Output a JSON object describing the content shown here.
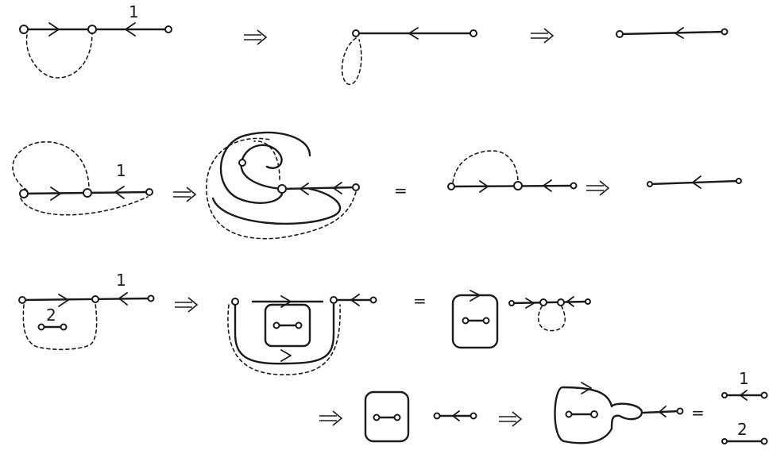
{
  "labels": {
    "row1_edge_weight": "1",
    "row2_edge_weight": "1",
    "row3_edge_weight": "1",
    "row3_inner_weight": "2",
    "result_top_weight": "1",
    "result_bottom_weight": "2",
    "equals_sign": "="
  },
  "icons": {
    "implies": "double-arrow-icon"
  }
}
